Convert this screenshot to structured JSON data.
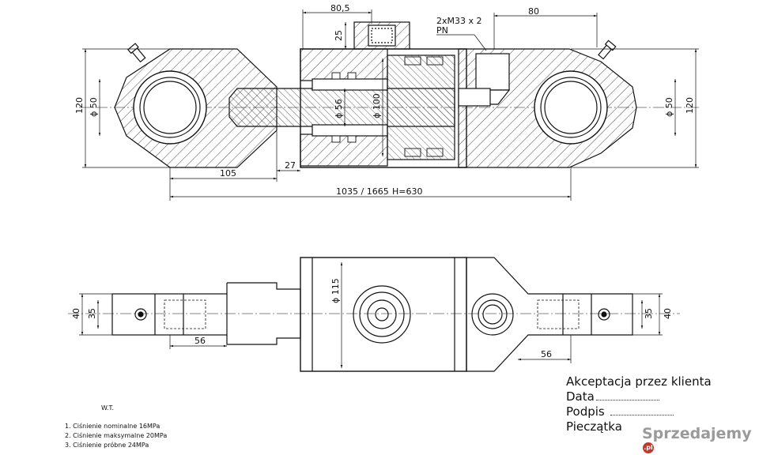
{
  "top_view": {
    "dims": {
      "d805": "80,5",
      "d25": "25",
      "thread_note_1": "2xM33 x 2",
      "thread_note_2": "PN",
      "d80": "80",
      "d120_left": "120",
      "d50_left": "ϕ 50",
      "d56": "ϕ 56",
      "d100": "ϕ 100",
      "d50_right": "ϕ 50",
      "d120_right": "120",
      "d105": "105",
      "d27": "27",
      "length": "1035 / 1665",
      "stroke": "H=630"
    }
  },
  "bottom_view": {
    "dims": {
      "d40_left": "40",
      "d35_left": "35",
      "d56_left": "56",
      "d115": "ϕ 115",
      "d56_right": "56",
      "d35_right": "35",
      "d40_right": "40"
    }
  },
  "acceptance": {
    "title": "Akceptacja przez klienta",
    "date_label": "Data",
    "sign_label": "Podpis",
    "stamp_label": "Pieczątka"
  },
  "wt": "W.T.",
  "notes": [
    "1. Ciśnienie nominalne 16MPa",
    "2. Ciśnienie maksymalne 20MPa",
    "3. Ciśnienie próbne 24MPa"
  ],
  "watermark": {
    "text": "Sprzedajemy",
    "suffix": ".pl"
  }
}
